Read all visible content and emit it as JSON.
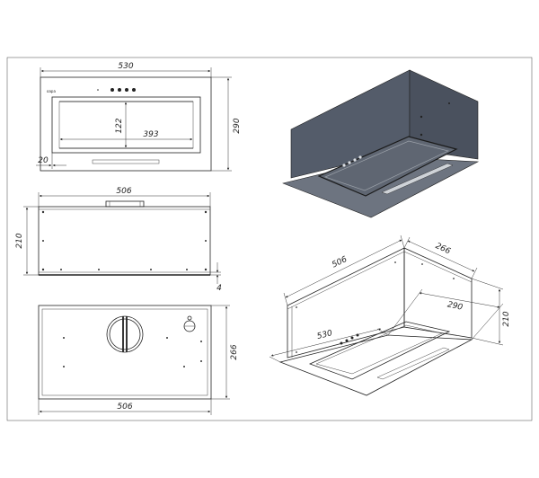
{
  "front_view": {
    "width_label": "530",
    "height_label": "290",
    "inner_height_label": "122",
    "inner_width_label": "393",
    "offset_label": "20",
    "brand_text": "oapa"
  },
  "side_view": {
    "width_label": "506",
    "height_label": "210",
    "flange_label": "4"
  },
  "top_view": {
    "width_label": "506",
    "depth_label": "266"
  },
  "iso_view": {
    "width_label": "506",
    "depth_label": "266",
    "panel_depth_label": "290",
    "panel_width_label": "530",
    "height_label": "210"
  },
  "colors": {
    "body_fill": "#545c6a",
    "body_dark": "#4a515e",
    "line": "#222222"
  }
}
